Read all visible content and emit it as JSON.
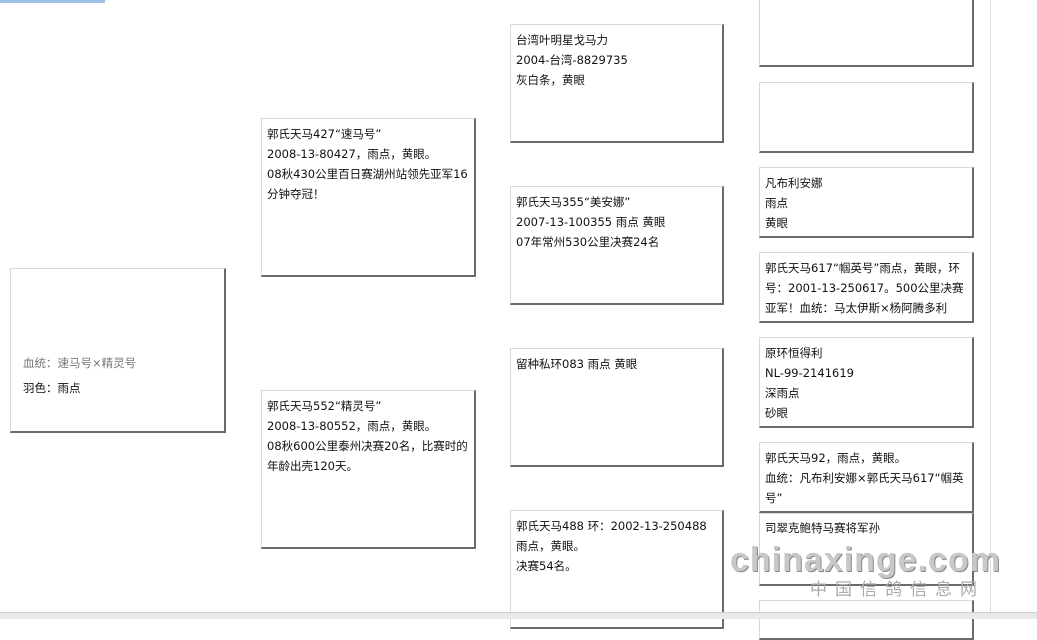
{
  "subject": {
    "lines": [
      "血统：速马号×精灵号",
      "羽色：雨点"
    ]
  },
  "parents": [
    {
      "lines": [
        "郭氏天马427“速马号”",
        "2008-13-80427，雨点，黄眼。",
        "08秋430公里百日赛湖州站领先亚军16分钟夺冠！"
      ]
    },
    {
      "lines": [
        "郭氏天马552“精灵号”",
        "2008-13-80552，雨点，黄眼。",
        "08秋600公里泰州决赛20名，比赛时的年龄出壳120天。"
      ]
    }
  ],
  "grandparents": [
    {
      "lines": [
        "台湾叶明星戈马力",
        "2004-台湾-8829735",
        "灰白条，黄眼"
      ]
    },
    {
      "lines": [
        "郭氏天马355“美安娜”",
        "2007-13-100355 雨点 黄眼",
        "07年常州530公里决赛24名"
      ]
    },
    {
      "lines": [
        "留种私环083 雨点 黄眼"
      ]
    },
    {
      "lines": [
        "郭氏天马488 环：2002-13-250488",
        "雨点，黄眼。",
        "决赛54名。"
      ]
    }
  ],
  "great_grandparents": [
    {
      "lines": []
    },
    {
      "lines": []
    },
    {
      "lines": [
        "凡布利安娜",
        "雨点",
        "黄眼"
      ]
    },
    {
      "lines": [
        "郭氏天马617“帼英号”雨点，黄眼，环号：2001-13-250617。500公里决赛亚军！血统：马太伊斯×杨阿腾多利"
      ]
    },
    {
      "lines": [
        "原环恒得利",
        "NL-99-2141619",
        "深雨点",
        "砂眼"
      ]
    },
    {
      "lines": [
        "郭氏天马92，雨点，黄眼。",
        "血统：凡布利安娜×郭氏天马617“帼英号”"
      ]
    },
    {
      "lines": [
        "司翠克鲍特马赛将军孙"
      ]
    },
    {
      "lines": []
    }
  ],
  "watermark": {
    "text": "chinaxinge.com",
    "subtitle": "中国信鸽信息网"
  }
}
